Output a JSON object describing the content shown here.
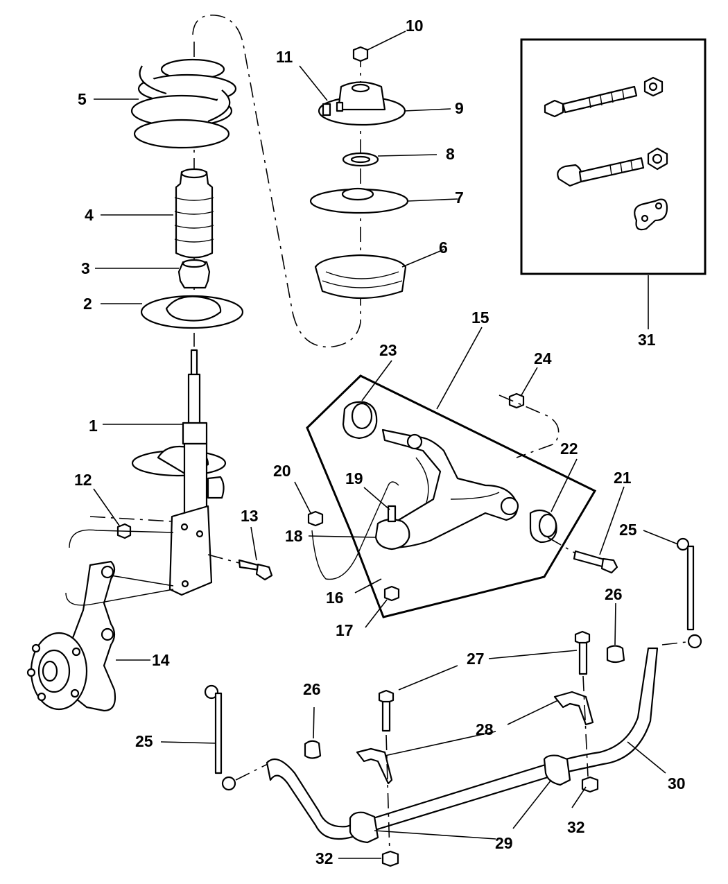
{
  "callouts": [
    {
      "id": "c1",
      "text": "1"
    },
    {
      "id": "c2",
      "text": "2"
    },
    {
      "id": "c3",
      "text": "3"
    },
    {
      "id": "c4",
      "text": "4"
    },
    {
      "id": "c5",
      "text": "5"
    },
    {
      "id": "c6",
      "text": "6"
    },
    {
      "id": "c7",
      "text": "7"
    },
    {
      "id": "c8",
      "text": "8"
    },
    {
      "id": "c9",
      "text": "9"
    },
    {
      "id": "c10",
      "text": "10"
    },
    {
      "id": "c11",
      "text": "11"
    },
    {
      "id": "c12",
      "text": "12"
    },
    {
      "id": "c13",
      "text": "13"
    },
    {
      "id": "c14",
      "text": "14"
    },
    {
      "id": "c15",
      "text": "15"
    },
    {
      "id": "c16",
      "text": "16"
    },
    {
      "id": "c17",
      "text": "17"
    },
    {
      "id": "c18",
      "text": "18"
    },
    {
      "id": "c19",
      "text": "19"
    },
    {
      "id": "c20",
      "text": "20"
    },
    {
      "id": "c21",
      "text": "21"
    },
    {
      "id": "c22",
      "text": "22"
    },
    {
      "id": "c23",
      "text": "23"
    },
    {
      "id": "c24",
      "text": "24"
    },
    {
      "id": "c25a",
      "text": "25"
    },
    {
      "id": "c25b",
      "text": "25"
    },
    {
      "id": "c26a",
      "text": "26"
    },
    {
      "id": "c26b",
      "text": "26"
    },
    {
      "id": "c27",
      "text": "27"
    },
    {
      "id": "c28",
      "text": "28"
    },
    {
      "id": "c29a",
      "text": "29"
    },
    {
      "id": "c29b",
      "text": "29"
    },
    {
      "id": "c30",
      "text": "30"
    },
    {
      "id": "c31",
      "text": "31"
    },
    {
      "id": "c32a",
      "text": "32"
    },
    {
      "id": "c32b",
      "text": "32"
    }
  ]
}
